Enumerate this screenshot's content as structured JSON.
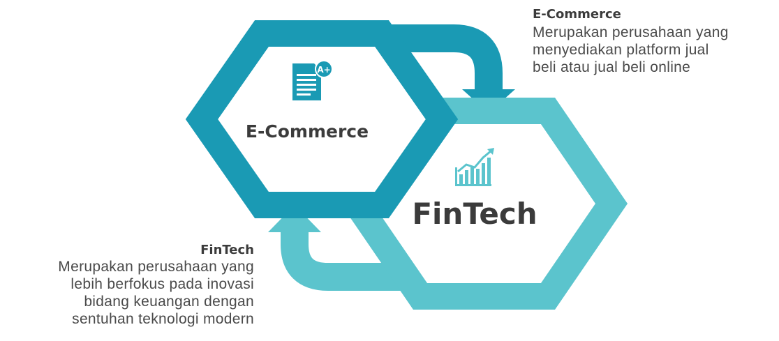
{
  "colors": {
    "dark_teal": "#1a9ab4",
    "light_teal": "#5bc4cd",
    "text": "#3b3b3b"
  },
  "ecommerce": {
    "hex_label": "E-Commerce",
    "icon": "document-grade-icon",
    "desc_title": "E-Commerce",
    "desc_lines": [
      "Merupakan perusahaan yang",
      "menyediakan platform jual",
      "beli atau jual beli online"
    ]
  },
  "fintech": {
    "hex_label": "FinTech",
    "icon": "growth-chart-icon",
    "desc_title": "FinTech",
    "desc_lines": [
      "Merupakan  perusahaan yang",
      "lebih berfokus pada inovasi",
      "bidang keuangan dengan",
      "sentuhan teknologi modern"
    ]
  }
}
